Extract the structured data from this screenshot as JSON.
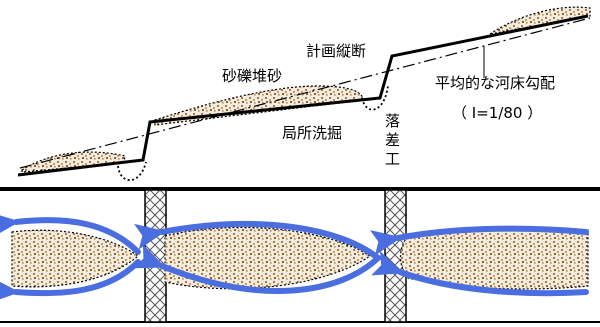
{
  "labels": {
    "planned_profile": "計画縦断",
    "gravel_deposit": "砂礫堆砂",
    "local_scour": "局所洗掘",
    "avg_gradient": "平均的な河床勾配",
    "gradient_value": "（ I=1/80 ）",
    "drop_structure": [
      "落",
      "差",
      "工"
    ]
  },
  "colors": {
    "flow_arrow": "#4a6ee0",
    "sediment": "#b58a5a",
    "sediment_bg": "#f3ecdf",
    "line": "#000000"
  }
}
